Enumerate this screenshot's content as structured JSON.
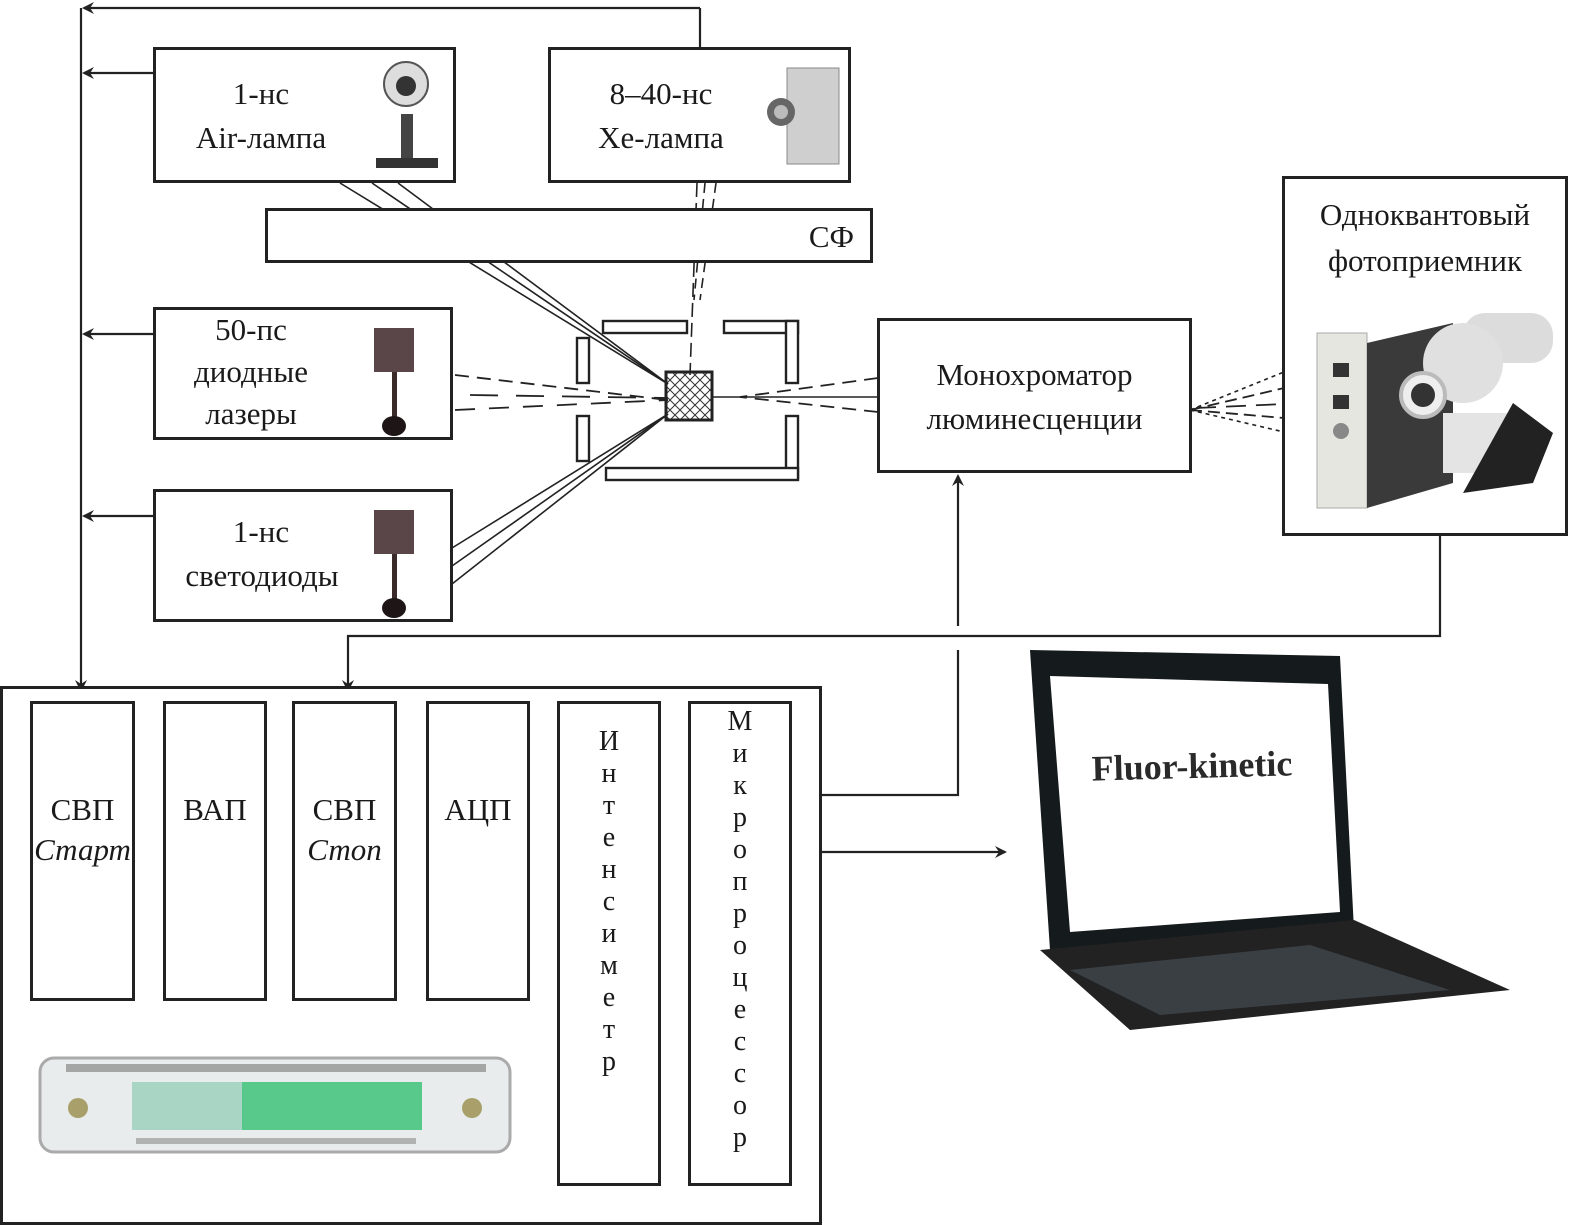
{
  "sources": {
    "air_lamp": {
      "line1": "1-нс",
      "line2": "Air-лампа",
      "icon": "air-lamp-photo"
    },
    "xe_lamp": {
      "line1": "8–40-нс",
      "line2": "Xe-лампа",
      "icon": "xe-lamp-photo"
    },
    "diode_lasers": {
      "line1": "50-пс",
      "line2": "диодные",
      "line3": "лазеры",
      "icon": "diode-laser-photo"
    },
    "leds": {
      "line1": "1-нс",
      "line2": "светодиоды",
      "icon": "led-photo"
    }
  },
  "filter": {
    "label": "СФ"
  },
  "monochromator": {
    "line1": "Монохроматор",
    "line2": "люминесценции"
  },
  "detector": {
    "line1": "Одноквантовый",
    "line2": "фотоприемник",
    "icon": "photodetector-photo"
  },
  "electronics": {
    "modules": [
      {
        "line1": "СВП",
        "line2": "Старт"
      },
      {
        "line1": "ВАП",
        "line2": ""
      },
      {
        "line1": "СВП",
        "line2": "Стоп"
      },
      {
        "line1": "АЦП",
        "line2": ""
      }
    ],
    "intensimeter": {
      "label": "Интенсиметр",
      "letters": [
        "И",
        "н",
        "т",
        "е",
        "н",
        "с",
        "и",
        "м",
        "е",
        "т",
        "р"
      ]
    },
    "microprocessor": {
      "label": "Микропроцессор",
      "letters": [
        "М",
        "и",
        "к",
        "р",
        "о",
        "п",
        "р",
        "о",
        "ц",
        "е",
        "с",
        "с",
        "о",
        "р"
      ]
    },
    "device_photo": "tcspc-module-photo"
  },
  "computer": {
    "screen_text": "Fluor-kinetic",
    "icon": "laptop-photo"
  },
  "colors": {
    "line": "#222222",
    "display_green": "#2fa35a",
    "photo_dark": "#4a3a3c"
  }
}
